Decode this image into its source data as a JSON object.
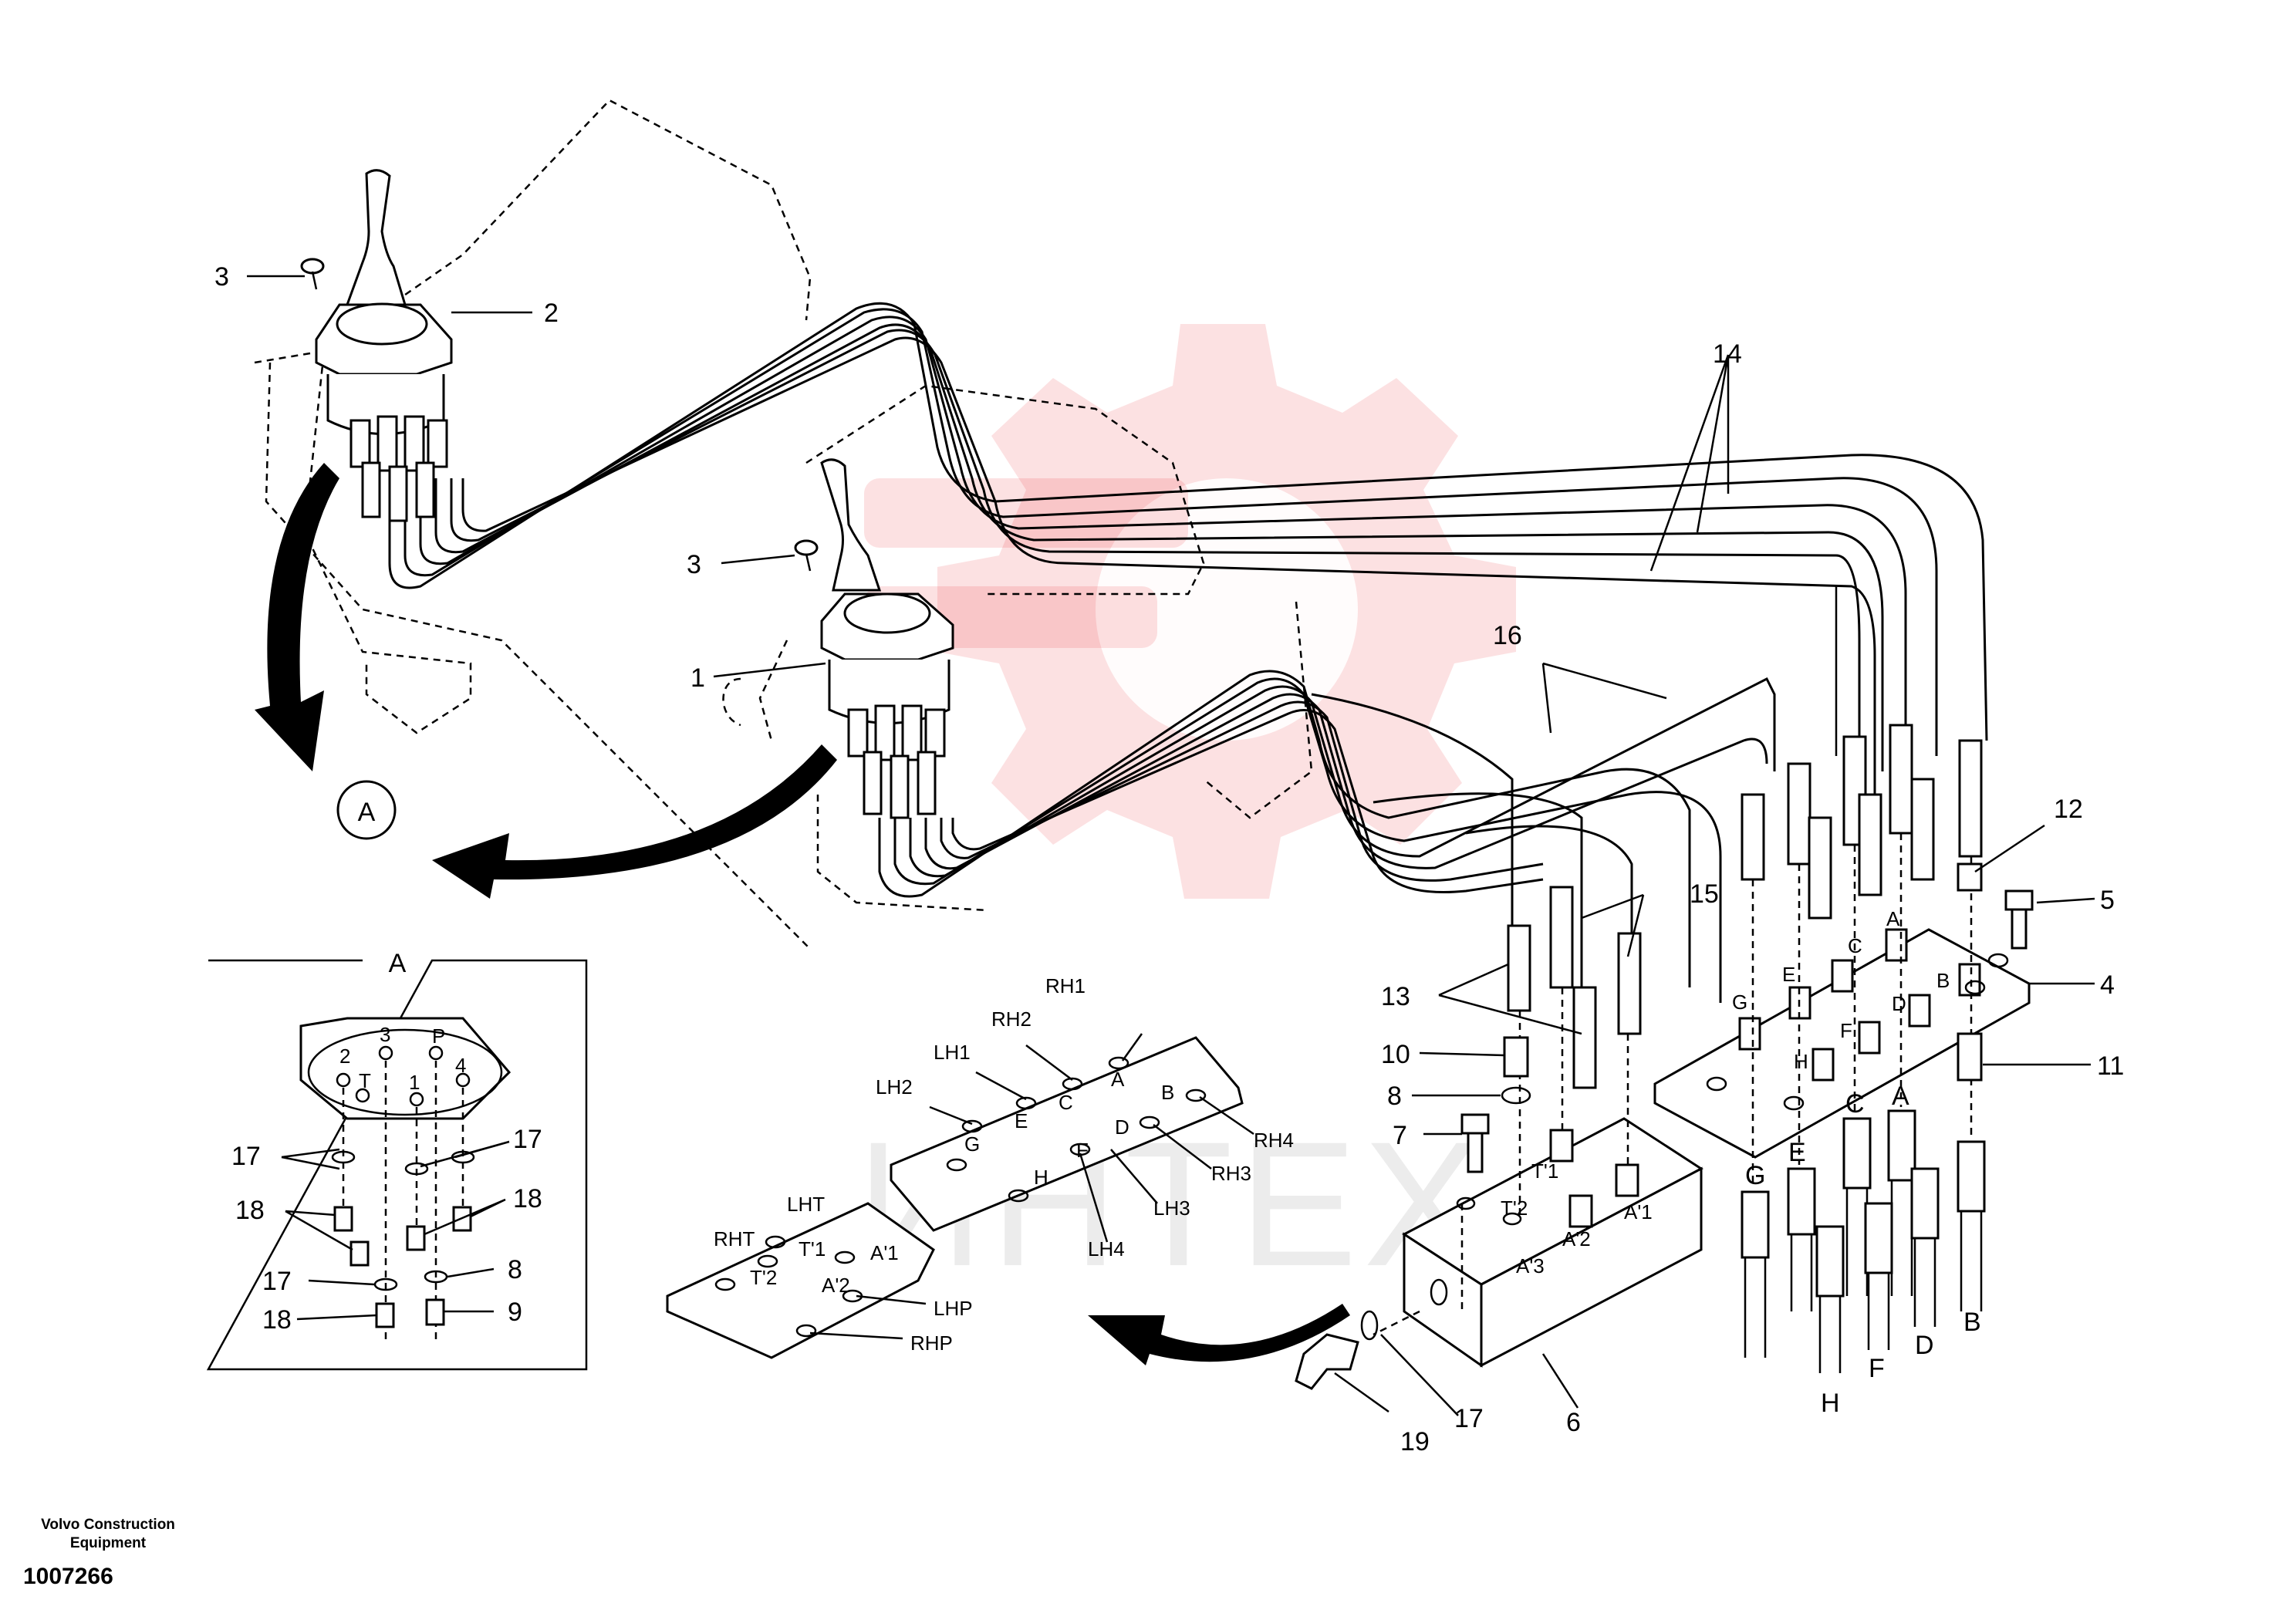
{
  "footer": {
    "brand_line1": "Volvo Construction",
    "brand_line2": "Equipment",
    "drawing_number": "1007266"
  },
  "watermark": {
    "text": "ИНТЕХ"
  },
  "detail": {
    "marker": "A",
    "title": "A"
  },
  "callouts": {
    "c1": "1",
    "c2": "2",
    "c3a": "3",
    "c3b": "3",
    "c4": "4",
    "c5": "5",
    "c6": "6",
    "c7": "7",
    "c8a": "8",
    "c8b": "8",
    "c9": "9",
    "c10": "10",
    "c11": "11",
    "c12": "12",
    "c13": "13",
    "c14": "14",
    "c15": "15",
    "c16": "16",
    "c17a": "17",
    "c17b": "17",
    "c17c": "17",
    "c17d": "17",
    "c18a": "18",
    "c18b": "18",
    "c18c": "18",
    "c19": "19"
  },
  "ports_detail": {
    "p2": "2",
    "p3": "3",
    "pP": "P",
    "p4": "4",
    "pT": "T",
    "p1": "1"
  },
  "plate_labels": {
    "RH1": "RH1",
    "RH2": "RH2",
    "LH1": "LH1",
    "LH2": "LH2",
    "A": "A",
    "B": "B",
    "C": "C",
    "D": "D",
    "E": "E",
    "F": "F",
    "G": "G",
    "H": "H",
    "RH4": "RH4",
    "RH3": "RH3",
    "LH3": "LH3",
    "LH4": "LH4"
  },
  "lower_plate_labels": {
    "LHT": "LHT",
    "RHT": "RHT",
    "T1": "T'1",
    "T2": "T'2",
    "A1": "A'1",
    "A2": "A'2",
    "LHP": "LHP",
    "RHP": "RHP"
  },
  "block_labels": {
    "T1": "T'1",
    "T2": "T'2",
    "A1": "A'1",
    "A2": "A'2",
    "A3": "A'3"
  },
  "valve_plate_labels": {
    "A": "A",
    "B": "B",
    "C": "C",
    "D": "D",
    "E": "E",
    "F": "F",
    "G": "G",
    "H": "H"
  },
  "hose_end_labels": {
    "G1": "G",
    "E1": "E",
    "C1": "C",
    "A1": "A",
    "H2": "H",
    "F2": "F",
    "D2": "D",
    "B2": "B"
  }
}
